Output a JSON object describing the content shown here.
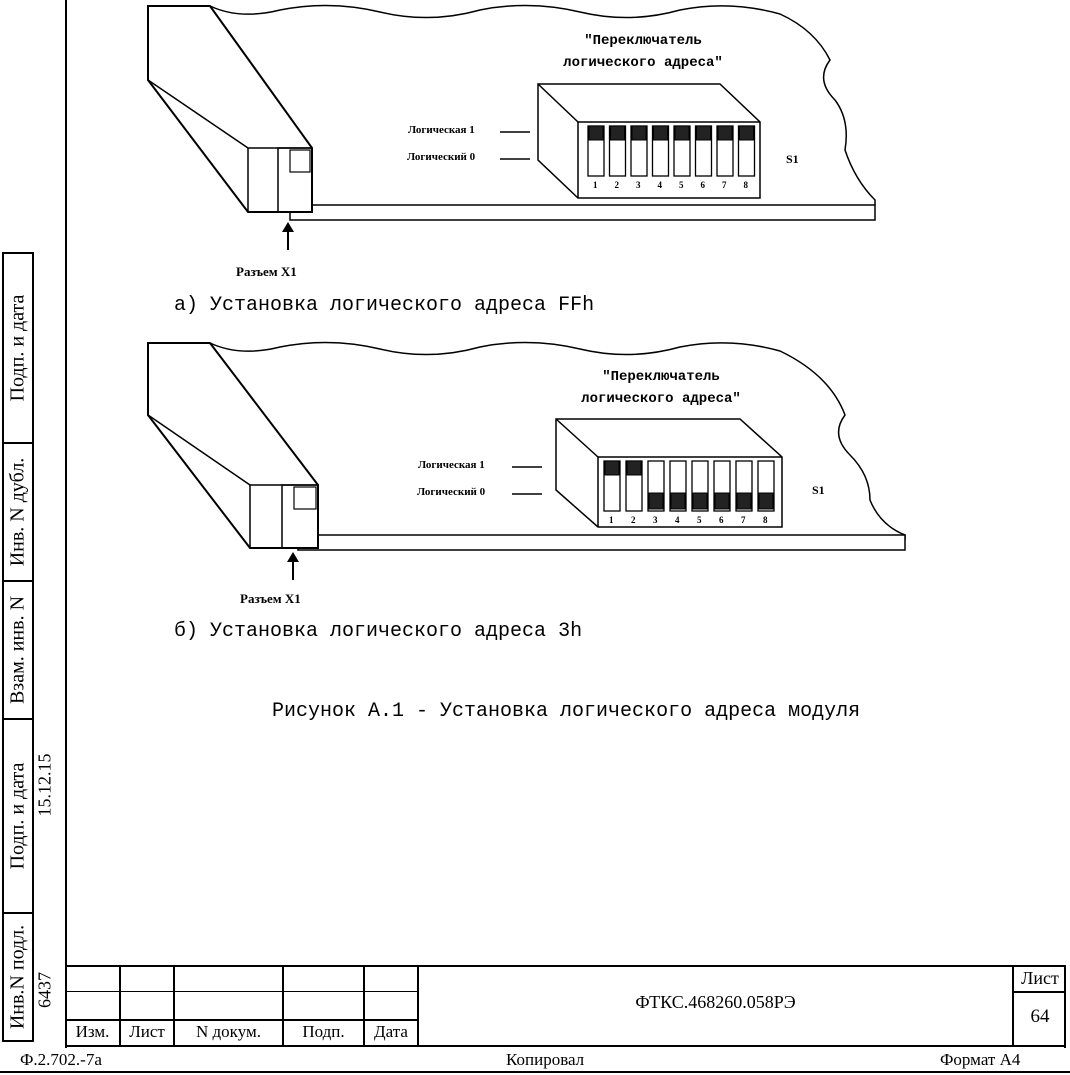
{
  "figure_a": {
    "switch_title_line1": "\"Переключатель",
    "switch_title_line2": "логического адреса\"",
    "label_logic1": "Логическая 1",
    "label_logic0": "Логический 0",
    "switch_name": "S1",
    "switch_numbers": [
      "1",
      "2",
      "3",
      "4",
      "5",
      "6",
      "7",
      "8"
    ],
    "connector_label": "Разъем Х1",
    "caption": "а) Установка логического адреса FFh"
  },
  "figure_b": {
    "switch_title_line1": "\"Переключатель",
    "switch_title_line2": "логического адреса\"",
    "label_logic1": "Логическая 1",
    "label_logic0": "Логический 0",
    "switch_name": "S1",
    "switch_numbers": [
      "1",
      "2",
      "3",
      "4",
      "5",
      "6",
      "7",
      "8"
    ],
    "connector_label": "Разъем Х1",
    "caption": "б) Установка логического адреса 3h"
  },
  "figure_caption": "Рисунок А.1 - Установка логического адреса модуля",
  "side_stamp": {
    "podp_data_top": "Подп. и дата",
    "inv_dubl": "Инв. N дубл.",
    "vzam_inv": "Взам. инв. N",
    "podp_data": "Подп. и дата",
    "date_value": "15.12.15",
    "inv_podl": "Инв.N подл.",
    "inv_value": "6437"
  },
  "title_block": {
    "col_izm": "Изм.",
    "col_list": "Лист",
    "col_ndok": "N докум.",
    "col_podp": "Подп.",
    "col_data": "Дата",
    "doc_code": "ФТКС.468260.058РЭ",
    "sheet_label": "Лист",
    "sheet_number": "64"
  },
  "footer": {
    "form": "Ф.2.702.-7а",
    "copied": "Копировал",
    "format": "Формат А4"
  }
}
